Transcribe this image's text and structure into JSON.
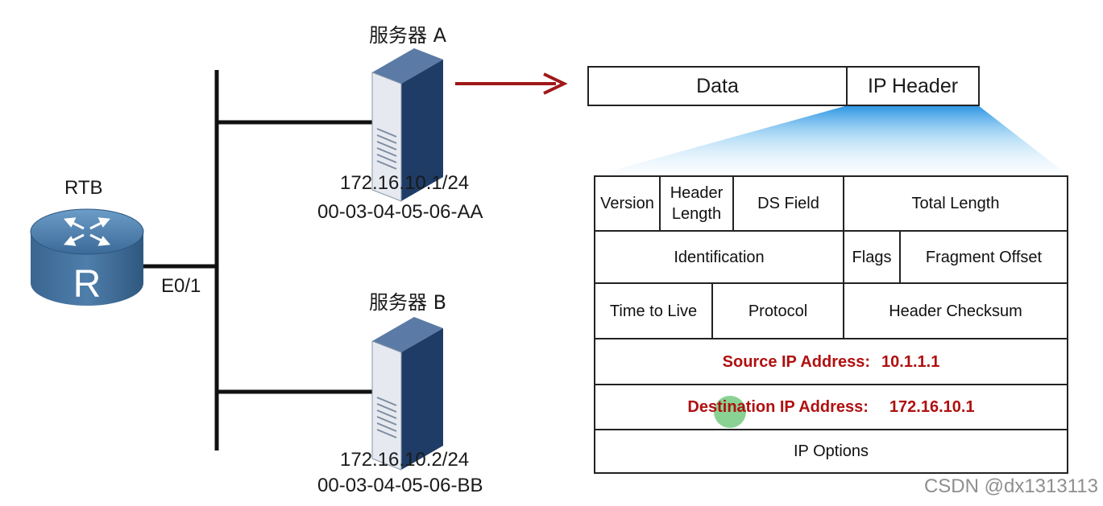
{
  "router": {
    "label": "RTB",
    "interface": "E0/1",
    "icon": "router-icon"
  },
  "server_a": {
    "title": "服务器 A",
    "ip": "172.16.10.1/24",
    "mac": "00-03-04-05-06-AA",
    "icon": "server-icon"
  },
  "server_b": {
    "title": "服务器 B",
    "ip": "172.16.10.2/24",
    "mac": "00-03-04-05-06-BB",
    "icon": "server-icon"
  },
  "packet": {
    "data": "Data",
    "ip_header": "IP Header"
  },
  "header_fields": {
    "version": "Version",
    "header_length_1": "Header",
    "header_length_2": "Length",
    "ds_field": "DS Field",
    "total_length": "Total Length",
    "identification": "Identification",
    "flags": "Flags",
    "fragment_offset": "Fragment Offset",
    "ttl": "Time to Live",
    "protocol": "Protocol",
    "checksum": "Header Checksum",
    "source_label": "Source IP Address:",
    "source_value": "10.1.1.1",
    "dest_label": "Destination IP Address:",
    "dest_value": "172.16.10.1",
    "options": "IP Options"
  },
  "watermark": "CSDN @dx1313113",
  "colors": {
    "arrow": "#a01818",
    "highlight": "#b01010",
    "server": "#2a4a78",
    "router": "#3d6b98",
    "callout": "#4aa8e6"
  }
}
